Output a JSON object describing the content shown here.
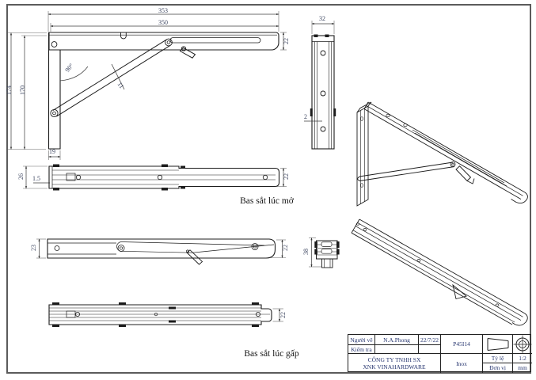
{
  "colors": {
    "line": "#1c1c1c",
    "dim_text": "#3d4660",
    "title_text": "#26356f",
    "frame": "#5b5b5b"
  },
  "views": {
    "front_open": {
      "dims": {
        "d353": "353",
        "d350": "350",
        "d174": "174",
        "d170": "170",
        "d19": "19",
        "d22": "22",
        "angle": "90°",
        "d11": "11"
      }
    },
    "side": {
      "dims": {
        "d32": "32",
        "d2": "2"
      }
    },
    "top_open": {
      "caption": "Bas sắt lúc mở",
      "dims": {
        "d26": "26",
        "d1_5": "1.5",
        "d22": "22"
      }
    },
    "side_folded": {
      "dims": {
        "d23": "23",
        "d22": "22"
      }
    },
    "end_folded": {
      "dims": {
        "d38": "38"
      }
    },
    "top_folded": {
      "caption": "Bas sắt lúc gấp",
      "dims": {
        "d22": "22"
      }
    }
  },
  "title_block": {
    "drawn_by_label": "Người vẽ",
    "drawn_by": "N.A.Phong",
    "date": "22/7/22",
    "checked_label": "Kiểm tra",
    "drawing_no": "P45I14",
    "company_line1": "CÔNG TY TNHH SX",
    "company_line2": "XNK VINAHARDWARE",
    "material": "Inox",
    "scale_label": "Tỷ lệ",
    "scale_value": "1:2",
    "unit_label": "Đơn vị",
    "unit_value": "mm"
  }
}
